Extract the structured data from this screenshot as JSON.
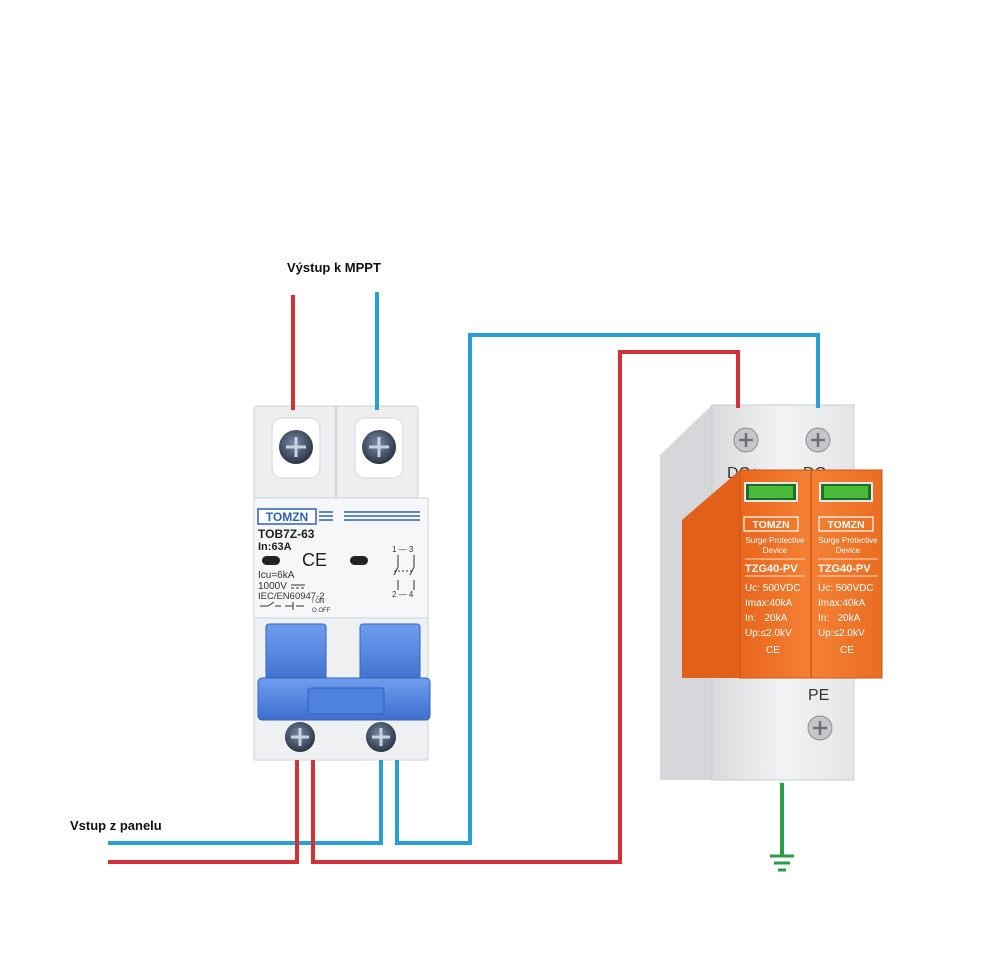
{
  "labels": {
    "output_mppt": "Výstup k MPPT",
    "input_panel": "Vstup z panelu"
  },
  "breaker": {
    "brand": "TOMZN",
    "model": "TOB7Z-63",
    "rating": "In:63A",
    "ce": "CE",
    "icu": "Icu=6kA",
    "voltage": "1000V",
    "standard": "IEC/EN60947-2",
    "on_label": "I ON",
    "off_label": "O OFF",
    "pole_top": "1 — 3",
    "pole_bottom": "2 — 4"
  },
  "spd": {
    "terminal_left": "DC+",
    "terminal_right": "DC-",
    "pe_label": "PE",
    "modules": [
      {
        "brand": "TOMZN",
        "desc1": "Surge Protective",
        "desc2": "Device",
        "model": "TZG40-PV",
        "uc": "Uc: 500VDC",
        "imax": "Imax:40kA",
        "in": "In:   20kA",
        "up": "Up:≤2.0kV",
        "ce": "CE"
      },
      {
        "brand": "TOMZN",
        "desc1": "Surge Protective",
        "desc2": "Device",
        "model": "TZG40-PV",
        "uc": "Uc: 500VDC",
        "imax": "Imax:40kA",
        "in": "In:   20kA",
        "up": "Up:≤2.0kV",
        "ce": "CE"
      }
    ]
  },
  "colors": {
    "positive_wire": "#d2313a",
    "negative_wire": "#2a9fd6",
    "ground_wire": "#2a9d47",
    "spd_orange": "#f07a2a",
    "handle_blue": "#5b8ee6"
  }
}
